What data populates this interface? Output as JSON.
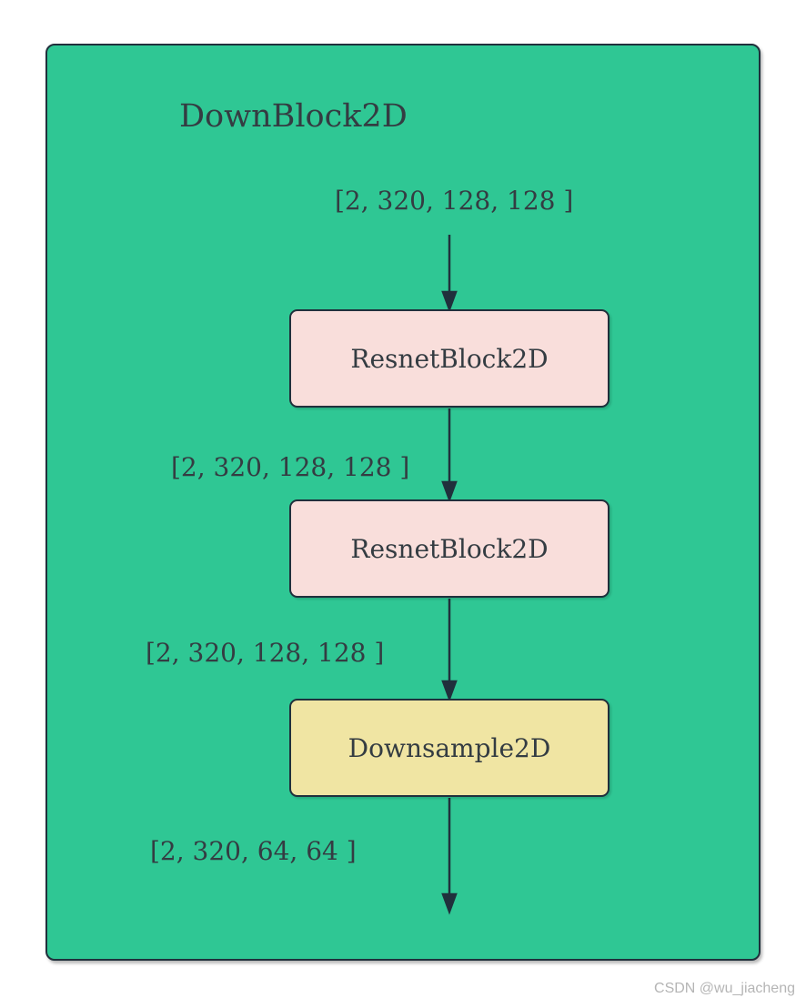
{
  "diagram": {
    "title": "DownBlock2D",
    "nodes": [
      {
        "label": "ResnetBlock2D",
        "kind": "resnet"
      },
      {
        "label": "ResnetBlock2D",
        "kind": "resnet"
      },
      {
        "label": "Downsample2D",
        "kind": "downsample"
      }
    ],
    "edge_labels": [
      "[2, 320, 128, 128 ]",
      "[2, 320, 128, 128 ]",
      "[2, 320, 128, 128 ]",
      "[2, 320, 64, 64 ]"
    ],
    "colors": {
      "container_fill": "#2FC794",
      "resnet_fill": "#F9DEDB",
      "downsample_fill": "#F0E5A3",
      "stroke": "#20303C",
      "text": "#343C42",
      "watermark": "#B5B5B5"
    }
  },
  "watermark": "CSDN @wu_jiacheng"
}
